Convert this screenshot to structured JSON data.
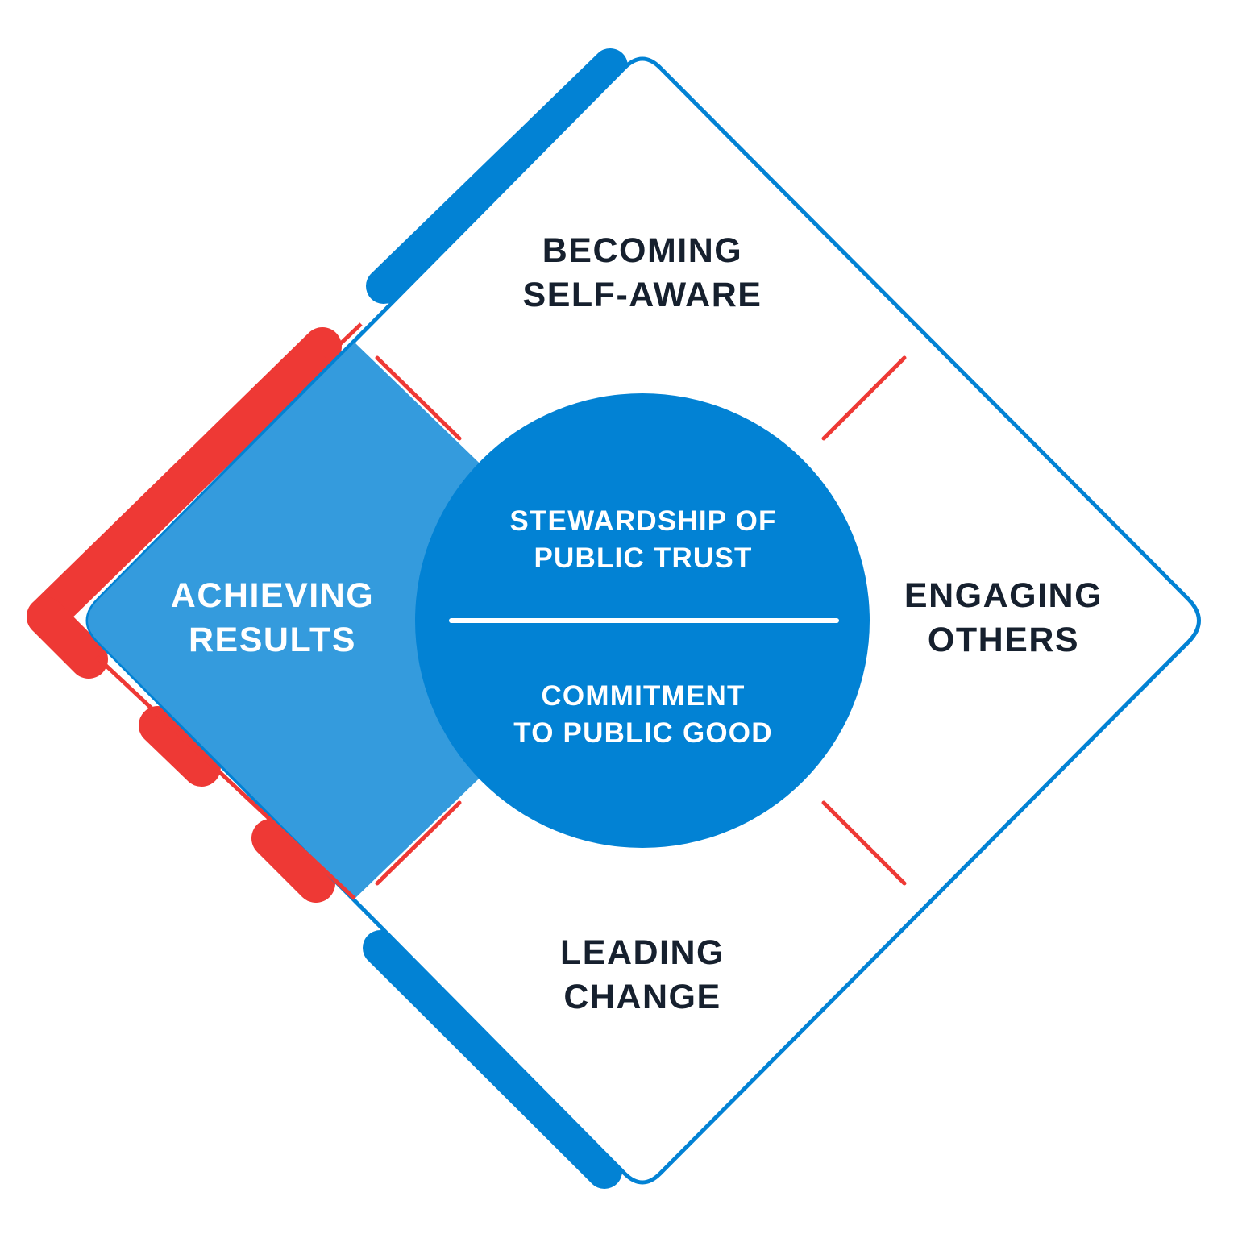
{
  "colors": {
    "primary_blue": "#0282D4",
    "light_blue": "#349BDD",
    "accent_red": "#EE3935",
    "dark_text": "#16202E",
    "white": "#FFFFFF"
  },
  "quadrants": {
    "top": {
      "line1": "BECOMING",
      "line2": "SELF-AWARE"
    },
    "right": {
      "line1": "ENGAGING",
      "line2": "OTHERS"
    },
    "bottom": {
      "line1": "LEADING",
      "line2": "CHANGE"
    },
    "left": {
      "line1": "ACHIEVING",
      "line2": "RESULTS"
    }
  },
  "center": {
    "top": {
      "line1": "STEWARDSHIP OF",
      "line2": "PUBLIC TRUST"
    },
    "bottom": {
      "line1": "COMMITMENT",
      "line2": "TO PUBLIC GOOD"
    }
  }
}
